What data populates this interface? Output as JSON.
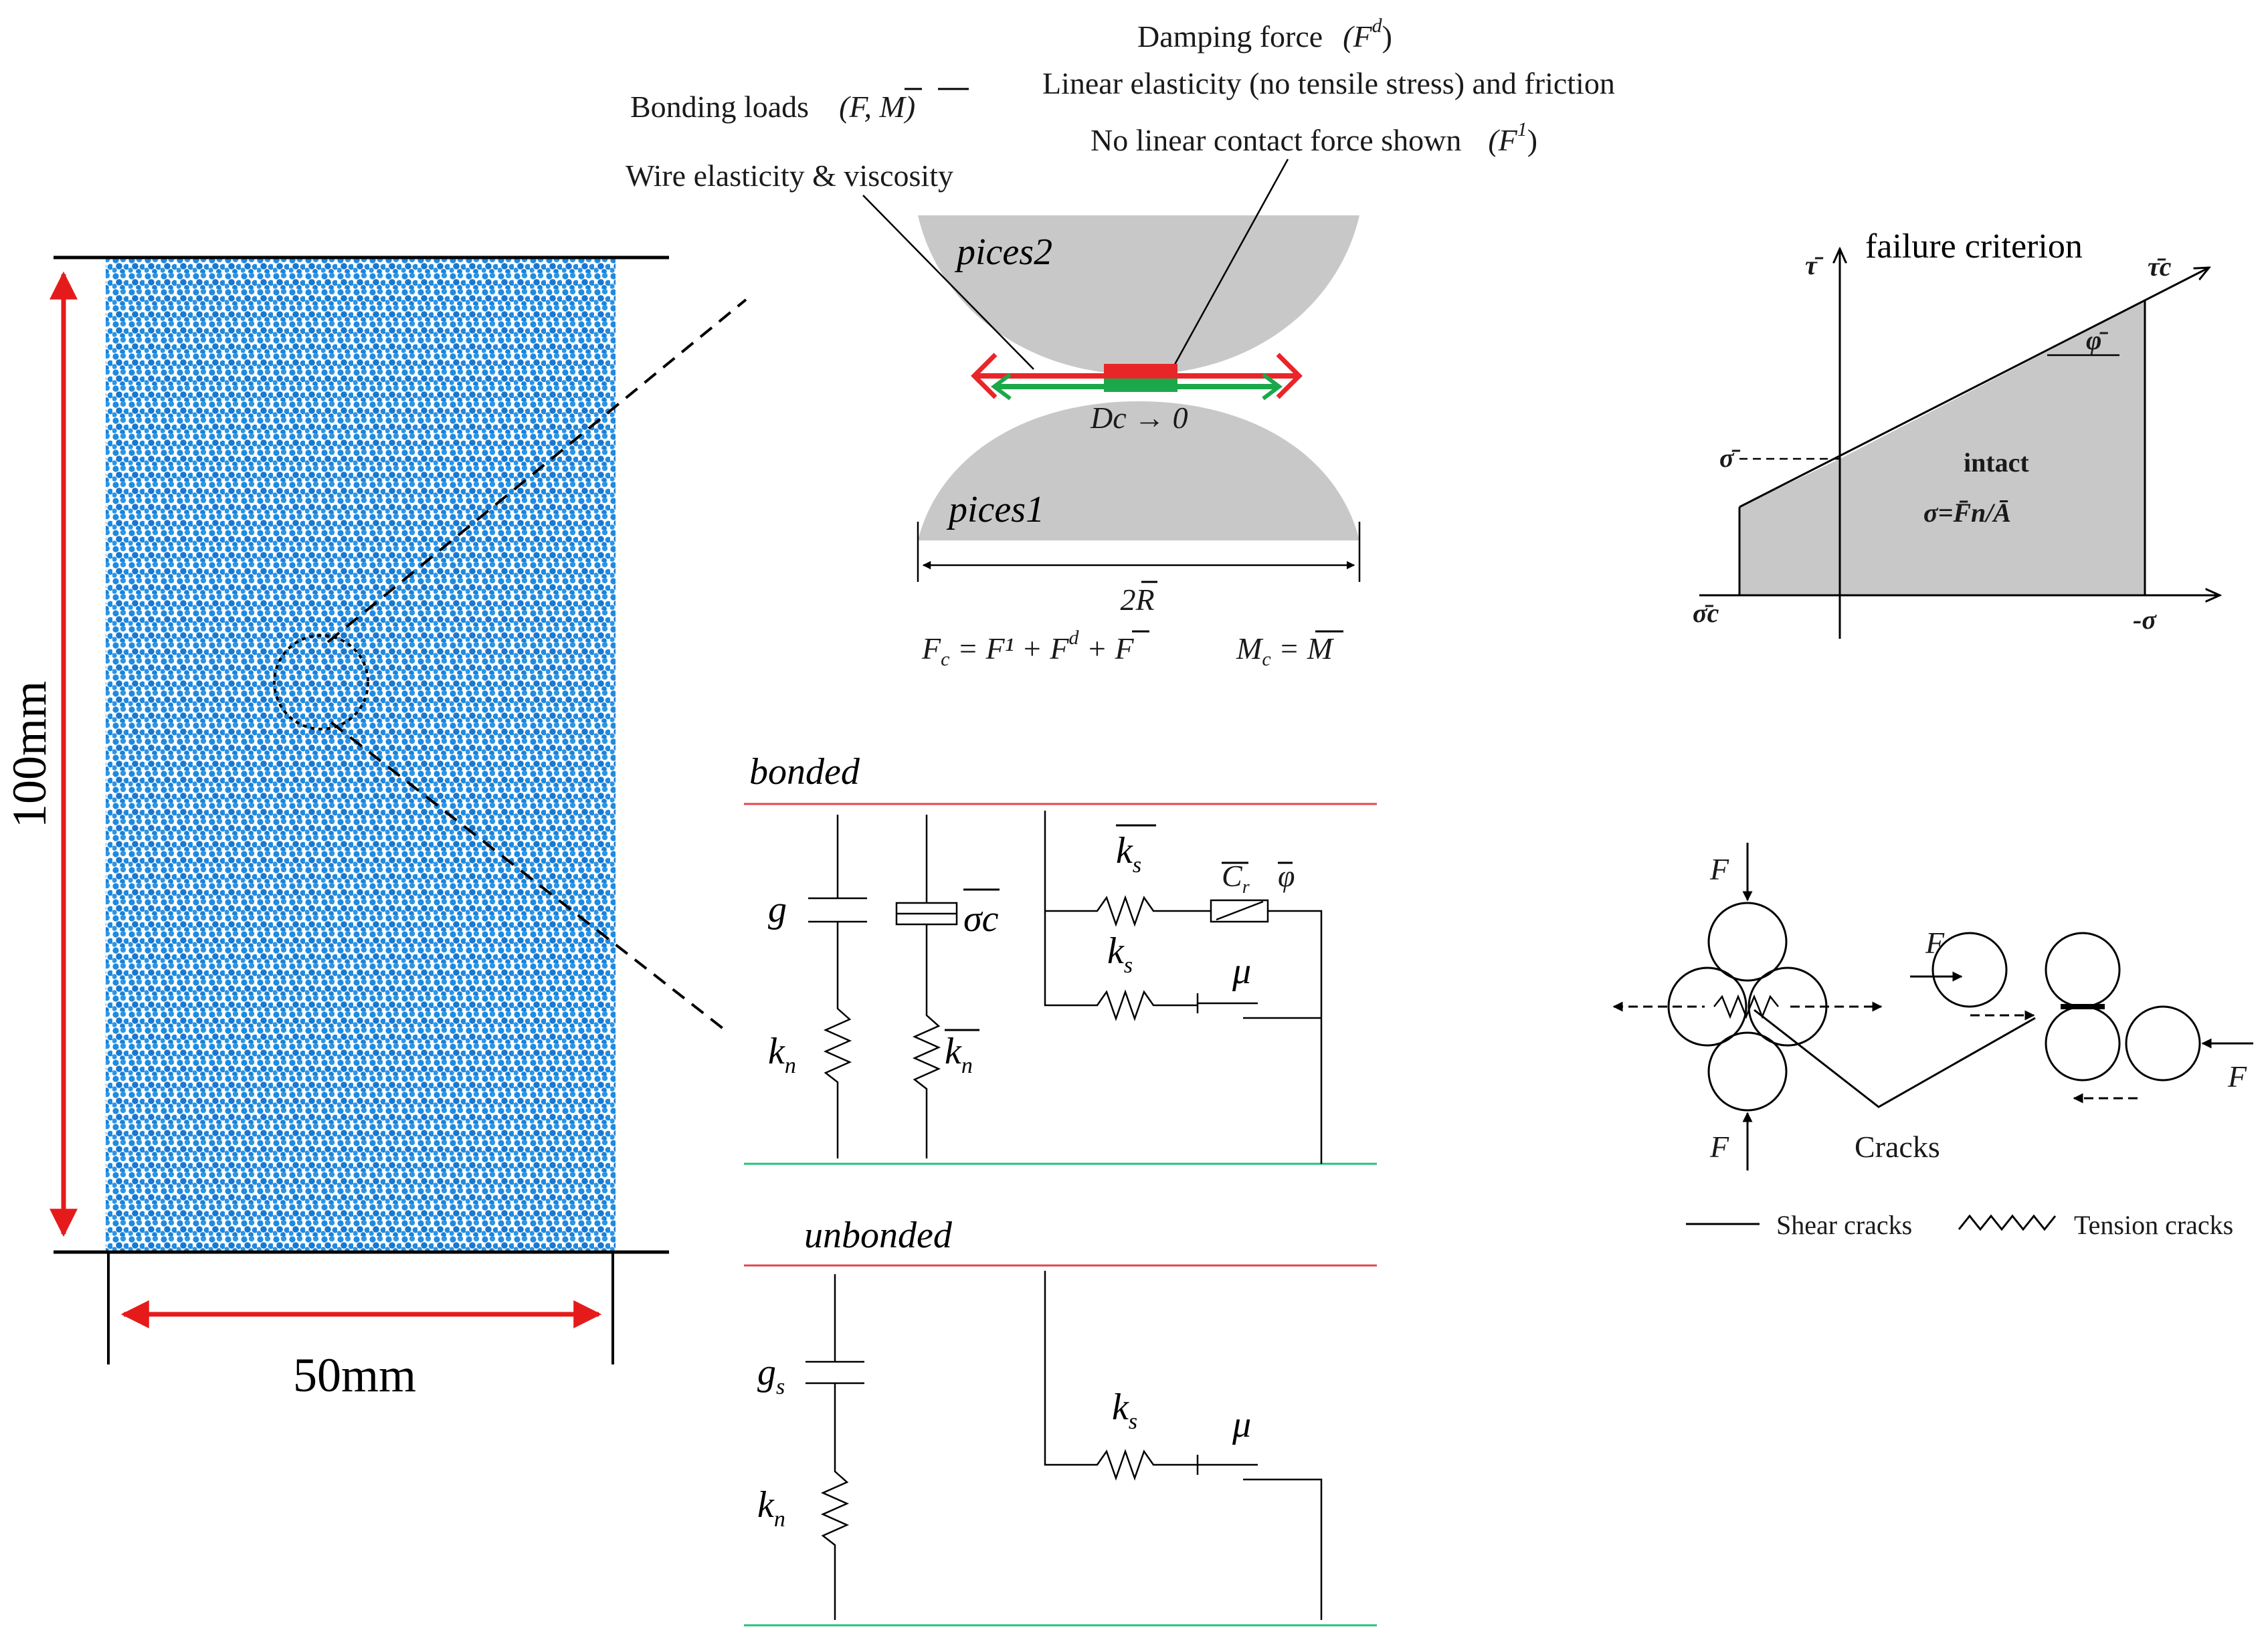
{
  "specimen": {
    "height_label": "100mm",
    "width_label": "50mm",
    "particle_color": "#1E8AE0",
    "arrow_color": "#E51B1B"
  },
  "contact": {
    "damping_force": "Damping force",
    "damping_symbol": "(F",
    "damping_sup": "d",
    "damping_close": ")",
    "linear_elasticity": "Linear elasticity (no tensile stress) and friction",
    "bonding_loads": "Bonding loads",
    "bonding_symbol": "(F, M)",
    "no_linear": "No linear contact force shown",
    "no_linear_symbol": "(F",
    "no_linear_sup": "1",
    "no_linear_close": ")",
    "wire": "Wire elasticity & viscosity",
    "piece_top": "pices2",
    "piece_bottom": "pices1",
    "dc": "Dc → 0",
    "diameter": "2R",
    "fc_lhs": "F",
    "fc_sub": "c",
    "fc_rhs": " = F¹ + F",
    "fc_sup": "d",
    "fc_tail": " + F",
    "mc_lhs": "M",
    "mc_sub": "c",
    "mc_rhs": " = M",
    "piece_color": "#C8C8C8",
    "bond_color": "#E8262A",
    "shear_color": "#1BA84A"
  },
  "failure": {
    "title": "failure criterion",
    "tau_axis": "τ̄",
    "tau_c": "τ̄c",
    "phi": "φ̄",
    "sigma_bar": "σ̄",
    "intact": "intact",
    "formula": "σ=F̄n/Ā",
    "sigma_c": "σ̄c",
    "neg_sigma": "-σ",
    "fill_color": "#C8C8C8"
  },
  "bonded": {
    "title": "bonded",
    "g": "g",
    "sigma_c": "σc",
    "kn": "k",
    "kn_sub": "n",
    "kn_bar": "k",
    "kn_bar_sub": "n",
    "ks_bar": "k",
    "ks_bar_sub": "s",
    "cr": "C",
    "cr_sub": "r",
    "phi": "φ",
    "ks": "k",
    "ks_sub": "s",
    "mu": "μ",
    "top_line_color": "#E0474C",
    "bottom_line_color": "#25C07A"
  },
  "unbonded": {
    "title": "unbonded",
    "gs": "g",
    "gs_sub": "s",
    "kn": "k",
    "kn_sub": "n",
    "ks": "k",
    "ks_sub": "s",
    "mu": "μ"
  },
  "cracks": {
    "f_labels": [
      "F",
      "F",
      "F",
      "F"
    ],
    "cracks_label": "Cracks",
    "shear_legend": "Shear cracks",
    "tension_legend": "Tension cracks"
  }
}
